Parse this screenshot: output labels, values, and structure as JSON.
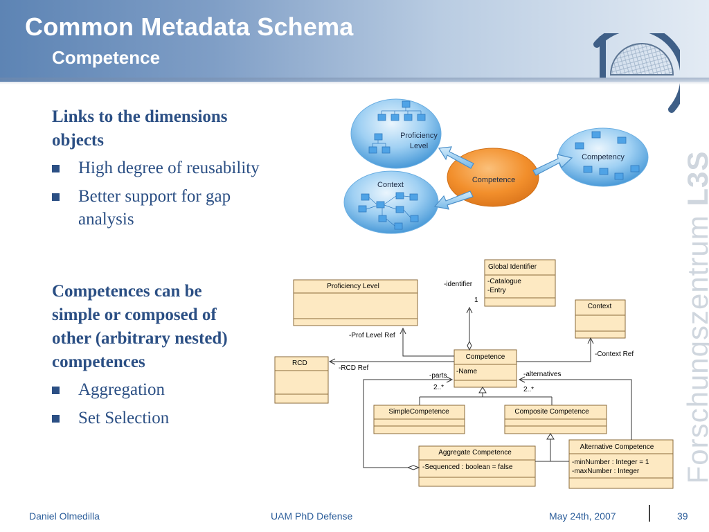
{
  "slide": {
    "title": "Common Metadata Schema",
    "subtitle": "Competence"
  },
  "branding": {
    "vertical_text_light": "Forschungs",
    "vertical_text_mid": "zentrum ",
    "vertical_text_bold": "L3S"
  },
  "content": {
    "section1_heading_line1": "Links to the dimensions",
    "section1_heading_line2": "objects",
    "section1_bullets": [
      "High degree of reusability",
      "Better support for gap",
      "analysis"
    ],
    "section2_heading_lines": [
      "Competences can be",
      "simple or composed of",
      "other (arbitrary nested)",
      "competences"
    ],
    "section2_bullets": [
      "Aggregation",
      "Set Selection"
    ]
  },
  "concept_diagram": {
    "proficiency_label_line1": "Proficiency",
    "proficiency_label_line2": "Level",
    "competency_label": "Competency",
    "context_label": "Context",
    "competence_label": "Competence"
  },
  "uml": {
    "global_identifier": {
      "name": "Global Identifier",
      "attr1": "-Catalogue",
      "attr2": "-Entry"
    },
    "proficiency_level": {
      "name": "Proficiency Level"
    },
    "context": {
      "name": "Context"
    },
    "rcd": {
      "name": "RCD"
    },
    "competence": {
      "name": "Competence",
      "attr1": "-Name"
    },
    "simple_competence": {
      "name": "SimpleCompetence"
    },
    "composite_competence": {
      "name": "Composite Competence"
    },
    "alternative_competence": {
      "name": "Alternative Competence",
      "attr1": "-minNumber : Integer = 1",
      "attr2": "-maxNumber : Integer"
    },
    "aggregate_competence": {
      "name": "Aggregate Competence",
      "attr1": "-Sequenced : boolean = false"
    },
    "labels": {
      "identifier": "-identifier",
      "identifier_mult": "1",
      "prof_level_ref": "-Prof Level Ref",
      "context_ref": "-Context Ref",
      "rcd_ref": "-RCD Ref",
      "parts": "-parts",
      "parts_mult": "2..*",
      "alternatives": "-alternatives",
      "alternatives_mult": "2..*"
    }
  },
  "footer": {
    "author": "Daniel Olmedilla",
    "event": "UAM PhD Defense",
    "date": "May 24th, 2007",
    "page": "39"
  },
  "colors": {
    "header_blue": "#5d84b4",
    "text_blue": "#2b4f84",
    "uml_fill": "#fde9c2",
    "uml_stroke": "#c88a3a",
    "competence_orange": "#f08a2a",
    "bubble_blue": "#6fb1e8"
  }
}
